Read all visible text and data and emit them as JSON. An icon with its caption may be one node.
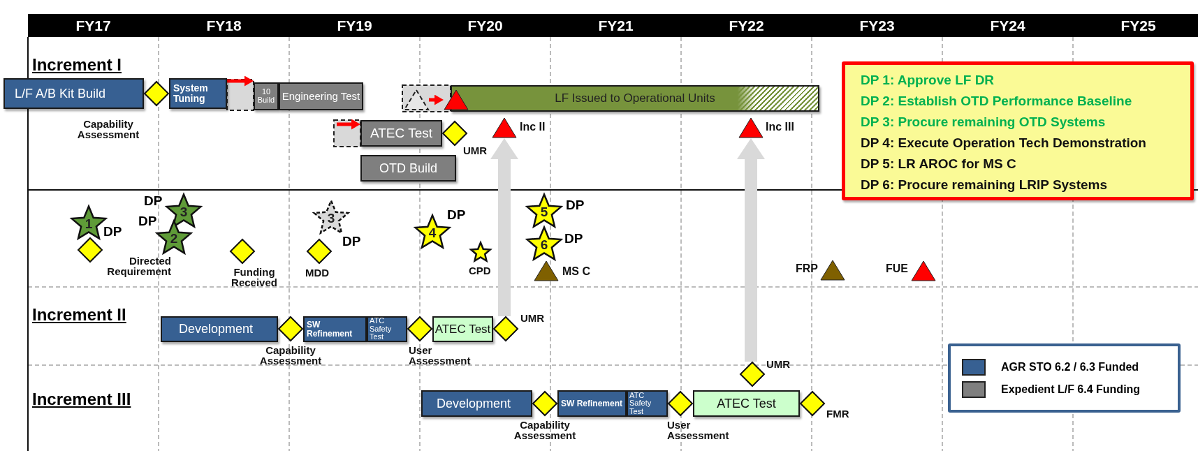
{
  "diagram": {
    "nodes": [
      {
        "text": [
          "L/F A/B Kit Build"
        ]
      },
      {
        "text": [
          "System Tuning"
        ]
      },
      {
        "text": [
          "Capability Assessment"
        ]
      },
      {
        "text": [
          "10 Build"
        ]
      },
      {
        "text": [
          "Engineering Test"
        ]
      },
      {
        "text": [
          "LF Issued to Operational Units"
        ]
      },
      {
        "text": [],
        "shape": "triangle"
      },
      {
        "text": [
          "ATEC Test"
        ]
      },
      {
        "text": [
          "UMR"
        ]
      },
      {
        "text": [
          "OTD Build"
        ]
      },
      {
        "text": [
          "Inc II"
        ]
      },
      {
        "text": [
          "Inc III"
        ]
      },
      {
        "text": [
          "DP 1: Approve LF DR",
          "DP 2: Establish OTD Performance Baseline",
          "DP 3: Procure remaining OTD Systems",
          "DP 4: Execute Operation Tech Demonstration",
          "DP 5: LR AROC for MS C",
          "DP 6: Procure remaining LRIP Systems"
        ]
      },
      {
        "text": [
          "1"
        ],
        "beside": [
          "DP"
        ]
      },
      {
        "text": [
          "Directed Requirement"
        ]
      },
      {
        "text": [
          "3"
        ],
        "beside": [
          "DP"
        ]
      },
      {
        "text": [
          "2"
        ],
        "beside": [
          "DP"
        ]
      },
      {
        "text": [
          "Funding Received"
        ]
      },
      {
        "text": [
          "3"
        ],
        "beside": [
          "DP"
        ]
      },
      {
        "text": [
          "MDD"
        ]
      },
      {
        "text": [
          "4"
        ],
        "beside": [
          "DP"
        ]
      },
      {
        "text": [
          "CPD"
        ]
      },
      {
        "text": [
          "5"
        ],
        "beside": [
          "DP"
        ]
      },
      {
        "text": [
          "6"
        ],
        "beside": [
          "DP"
        ]
      },
      {
        "text": [
          "MS C"
        ]
      },
      {
        "text": [
          "FRP"
        ]
      },
      {
        "text": [
          "FUE"
        ]
      },
      {
        "text": [
          "Development"
        ]
      },
      {
        "text": [
          "Capability Assessment"
        ]
      },
      {
        "text": [
          "SW Refinement"
        ]
      },
      {
        "text": [
          "ATC Safety Test"
        ]
      },
      {
        "text": [
          "User Assessment"
        ]
      },
      {
        "text": [
          "ATEC Test"
        ]
      },
      {
        "text": [
          "UMR"
        ]
      },
      {
        "text": [
          "UMR"
        ]
      },
      {
        "text": [
          "Development"
        ]
      },
      {
        "text": [
          "Capability Assessment"
        ]
      },
      {
        "text": [
          "SW Refinement"
        ]
      },
      {
        "text": [
          "ATC Safety Test"
        ]
      },
      {
        "text": [
          "User Assessment"
        ]
      },
      {
        "text": [
          "ATEC Test"
        ]
      },
      {
        "text": [
          "FMR"
        ]
      },
      {
        "text": [],
        "shape": "triangle"
      }
    ],
    "edges": [
      {
        "from": 1,
        "to": 3,
        "arrow": "to"
      },
      {
        "from": null,
        "to": 7,
        "arrow": "to"
      },
      {
        "from": 6,
        "to": 42,
        "arrow": "to"
      },
      {
        "from": 33,
        "to": 10,
        "arrow": "to",
        "style": "thick",
        "color": "#d9d9d9"
      },
      {
        "from": 34,
        "to": 11,
        "arrow": "to",
        "style": "thick",
        "color": "#d9d9d9"
      }
    ],
    "labels": [
      "FY17",
      "FY18",
      "FY19",
      "FY20",
      "FY21",
      "FY22",
      "FY23",
      "FY24",
      "FY25",
      "Increment I",
      "Increment II",
      "Increment III"
    ],
    "legend": [
      {
        "text": "AGR STO 6.2 / 6.3 Funded",
        "color": "#376092"
      },
      {
        "text": "Expedient L/F 6.4 Funding",
        "color": "#7f7f7f"
      }
    ]
  }
}
